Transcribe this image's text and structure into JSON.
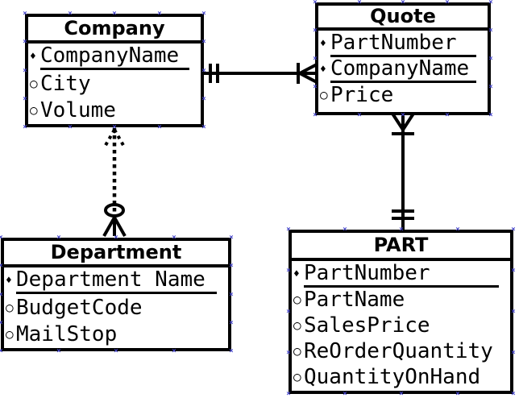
{
  "diagram": {
    "glyphs": {
      "key": "♦",
      "optional": "○",
      "anchor": "×"
    },
    "colors": {
      "line": "#000000",
      "anchor": "#4545cc",
      "background": "#ffffff"
    },
    "entities": [
      {
        "id": "company",
        "title": "Company",
        "attributes": [
          {
            "name": "CompanyName",
            "key": true
          },
          {
            "name": "City",
            "key": false
          },
          {
            "name": "Volume",
            "key": false
          }
        ]
      },
      {
        "id": "quote",
        "title": "Quote",
        "attributes": [
          {
            "name": "PartNumber",
            "key": true
          },
          {
            "name": "CompanyName",
            "key": true
          },
          {
            "name": "Price",
            "key": false
          }
        ]
      },
      {
        "id": "department",
        "title": "Department",
        "attributes": [
          {
            "name": "Department Name",
            "key": true
          },
          {
            "name": "BudgetCode",
            "key": false
          },
          {
            "name": "MailStop",
            "key": false
          }
        ]
      },
      {
        "id": "part",
        "title": "PART",
        "attributes": [
          {
            "name": "PartNumber",
            "key": true
          },
          {
            "name": "PartName",
            "key": false
          },
          {
            "name": "SalesPrice",
            "key": false
          },
          {
            "name": "ReOrderQuantity",
            "key": false
          },
          {
            "name": "QuantityOnHand",
            "key": false
          }
        ]
      }
    ],
    "relationships": [
      {
        "from": "Company",
        "to": "Quote",
        "line": "solid",
        "from_cardinality": "exactly-one",
        "to_cardinality": "one-or-many"
      },
      {
        "from": "Quote",
        "to": "PART",
        "line": "solid",
        "from_cardinality": "one-or-many",
        "to_cardinality": "exactly-one"
      },
      {
        "from": "Company",
        "to": "Department",
        "line": "dashed",
        "from_cardinality": "many",
        "to_cardinality": "zero-or-many"
      }
    ]
  }
}
